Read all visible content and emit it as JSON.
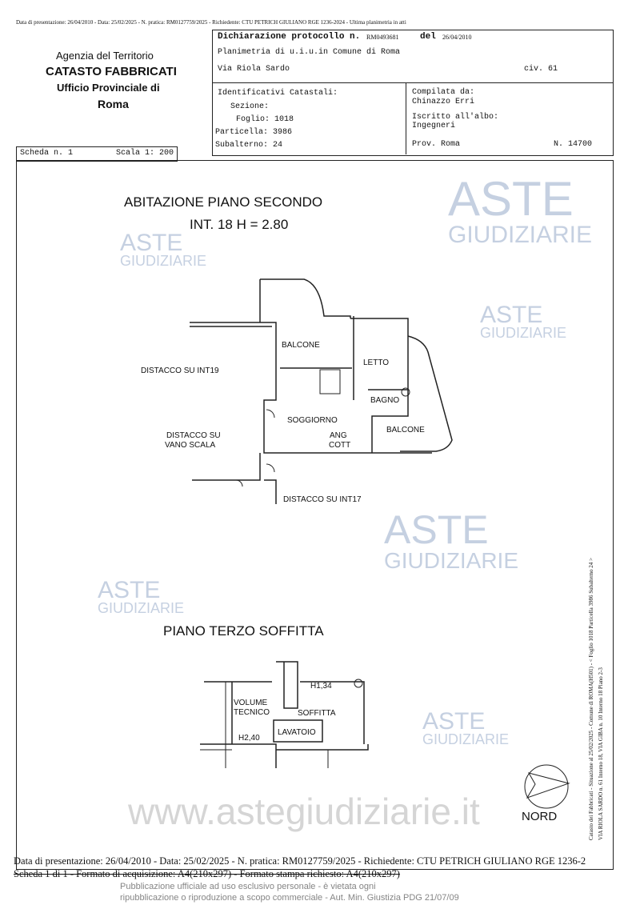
{
  "top_line": "Data di presentazione: 26/04/2010 - Data: 25/02/2025 - N. pratica: RM0127759/2025 - Richiedente: CTU PETRICH GIULIANO RGE 1236-2024 - Ultima planimetria in atti",
  "agency": {
    "line1": "Agenzia del Territorio",
    "line2": "CATASTO FABBRICATI",
    "line3": "Ufficio Provinciale di",
    "line4": "Roma"
  },
  "header": {
    "protocollo_label": "Dichiarazione protocollo n.",
    "protocollo": "RM0493681",
    "del_label": "del",
    "del_date": "26/04/2010",
    "planimetria": "Planimetria di u.i.u.in Comune di Roma",
    "via": "Via Riola Sardo",
    "civ": "civ. 61",
    "identificativi": "Identificativi Catastali:",
    "sezione": "Sezione:",
    "foglio": "Foglio: 1018",
    "particella": "Particella: 3986",
    "subalterno": "Subalterno: 24",
    "compilata_label": "Compilata da:",
    "compilata": "Chinazzo Erri",
    "albo_label": "Iscritto all'albo:",
    "albo": "Ingegneri",
    "prov": "Prov. Roma",
    "numero": "N. 14700"
  },
  "scheda": "Scheda n. 1",
  "scala": "Scala 1: 200",
  "plan1": {
    "title": "ABITAZIONE PIANO SECONDO",
    "subtitle": "INT. 18 H = 2.80",
    "rooms": {
      "balcone1": "BALCONE",
      "letto": "LETTO",
      "bagno": "BAGNO",
      "soggiorno": "SOGGIORNO",
      "ang": "ANG",
      "cott": "COTT",
      "balcone2": "BALCONE",
      "int19": "DISTACCO SU INT19",
      "vano1": "DISTACCO SU",
      "vano2": "VANO SCALA",
      "int17": "DISTACCO SU INT17"
    }
  },
  "plan2": {
    "title": "PIANO TERZO SOFFITTA",
    "rooms": {
      "volume": "VOLUME",
      "tecnico": "TECNICO",
      "soffitta": "SOFFITTA",
      "h134": "H1,34",
      "lavatoio": "LAVATOIO",
      "h240": "H2,40"
    }
  },
  "nord": "NORD",
  "side_note": {
    "line1": "Catasto dei Fabbricati - Situazione al 25/02/2025 - Comune di ROMA(H501) - < Foglio 1018 Particella 3986 Subalterno 24 >",
    "line2": "VIA RIOLA SARDO n. 61 Interno 18, VIA GIBA n. 10 Interno 18 Piano 2-3"
  },
  "footer": {
    "line1": "Data di presentazione: 26/04/2010 - Data: 25/02/2025 - N. pratica: RM0127759/2025 - Richiedente: CTU PETRICH GIULIANO RGE 1236-2",
    "line2": "Scheda 1 di 1 - Formato di acquisizione: A4(210x297) - Formato stampa richiesto: A4(210x297)",
    "overlay1": "Pubblicazione ufficiale ad uso esclusivo personale - è vietata ogni",
    "overlay2": "ripubblicazione o riproduzione a scopo commerciale - Aut. Min. Giustizia PDG 21/07/09"
  },
  "watermark": {
    "aste": "ASTE",
    "giudiziarie": "GIUDIZIARIE",
    "site": "www.astegiudiziarie.it"
  }
}
